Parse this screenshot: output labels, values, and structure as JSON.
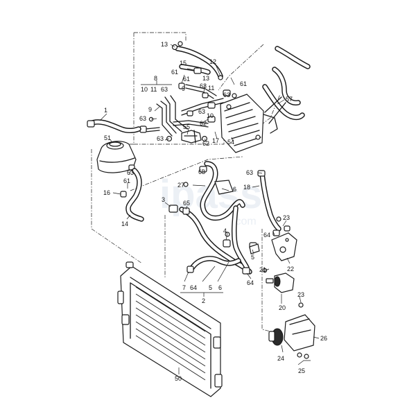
{
  "watermark": {
    "brand": "ipass",
    "site": ".com"
  },
  "callouts": [
    {
      "id": "c13a",
      "text": "13"
    },
    {
      "id": "c15",
      "text": "15"
    },
    {
      "id": "c12",
      "text": "12"
    },
    {
      "id": "c8",
      "text": "8"
    },
    {
      "id": "c10a",
      "text": "10"
    },
    {
      "id": "c11a",
      "text": "11"
    },
    {
      "id": "c63a",
      "text": "63"
    },
    {
      "id": "c61a",
      "text": "61"
    },
    {
      "id": "c61b",
      "text": "61"
    },
    {
      "id": "c13b",
      "text": "13"
    },
    {
      "id": "c9a",
      "text": "9"
    },
    {
      "id": "c11b",
      "text": "11"
    },
    {
      "id": "c63b",
      "text": "63"
    },
    {
      "id": "c61c",
      "text": "61"
    },
    {
      "id": "c63c",
      "text": "63"
    },
    {
      "id": "c9b",
      "text": "9"
    },
    {
      "id": "c63d",
      "text": "63"
    },
    {
      "id": "c55",
      "text": "55"
    },
    {
      "id": "c63e",
      "text": "63"
    },
    {
      "id": "c10b",
      "text": "10"
    },
    {
      "id": "c62a",
      "text": "62"
    },
    {
      "id": "c63f",
      "text": "63"
    },
    {
      "id": "c62b",
      "text": "62"
    },
    {
      "id": "c17",
      "text": "17"
    },
    {
      "id": "c54",
      "text": "54"
    },
    {
      "id": "c57",
      "text": "57"
    },
    {
      "id": "c1",
      "text": "1"
    },
    {
      "id": "c51",
      "text": "51"
    },
    {
      "id": "c63g",
      "text": "63"
    },
    {
      "id": "c61d",
      "text": "61"
    },
    {
      "id": "c16",
      "text": "16"
    },
    {
      "id": "c14",
      "text": "14"
    },
    {
      "id": "c63h",
      "text": "63"
    },
    {
      "id": "c27",
      "text": "27"
    },
    {
      "id": "c6a",
      "text": "6"
    },
    {
      "id": "c63i",
      "text": "63"
    },
    {
      "id": "c18",
      "text": "18"
    },
    {
      "id": "c3",
      "text": "3"
    },
    {
      "id": "c65",
      "text": "65"
    },
    {
      "id": "c4",
      "text": "4"
    },
    {
      "id": "c23a",
      "text": "23"
    },
    {
      "id": "c64a",
      "text": "64"
    },
    {
      "id": "c5a",
      "text": "5"
    },
    {
      "id": "c21",
      "text": "21"
    },
    {
      "id": "c22",
      "text": "22"
    },
    {
      "id": "c64b",
      "text": "64"
    },
    {
      "id": "c7",
      "text": "7"
    },
    {
      "id": "c64c",
      "text": "64"
    },
    {
      "id": "c5b",
      "text": "5"
    },
    {
      "id": "c6b",
      "text": "6"
    },
    {
      "id": "c2",
      "text": "2"
    },
    {
      "id": "c20",
      "text": "20"
    },
    {
      "id": "c23b",
      "text": "23"
    },
    {
      "id": "c26",
      "text": "26"
    },
    {
      "id": "c24",
      "text": "24"
    },
    {
      "id": "c25",
      "text": "25"
    },
    {
      "id": "c50",
      "text": "50"
    }
  ]
}
